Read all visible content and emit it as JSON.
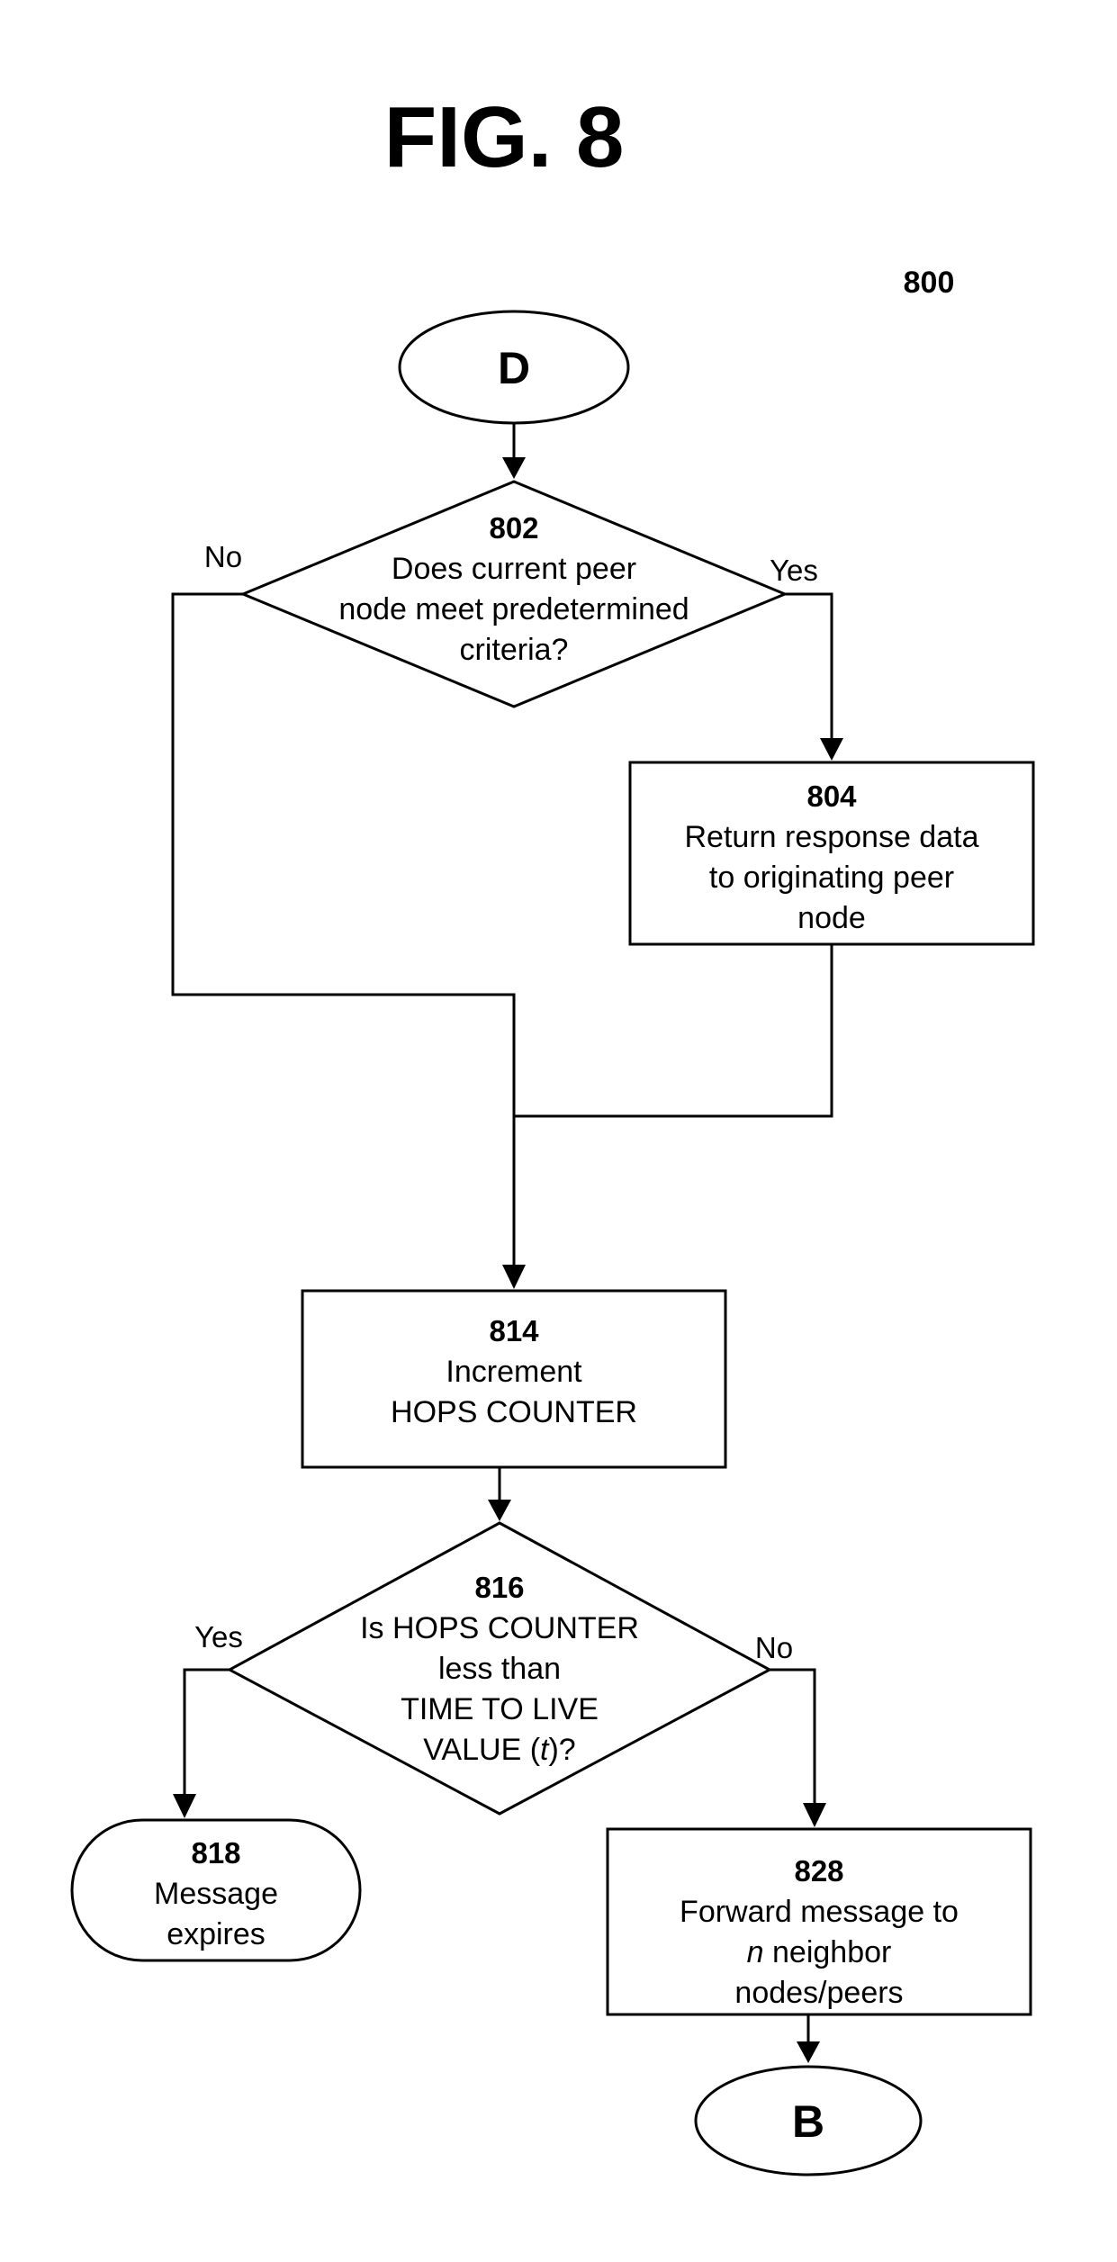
{
  "figure": {
    "title": "FIG. 8",
    "reference": "800"
  },
  "connectors": {
    "start": "D",
    "end": "B"
  },
  "nodes": {
    "n802": {
      "number": "802",
      "lines": [
        "Does current peer",
        "node meet predetermined",
        "criteria?"
      ]
    },
    "n804": {
      "number": "804",
      "lines": [
        "Return response data",
        "to originating peer",
        "node"
      ]
    },
    "n814": {
      "number": "814",
      "lines": [
        "Increment",
        "HOPS COUNTER"
      ]
    },
    "n816": {
      "number": "816",
      "lines": [
        "Is HOPS COUNTER",
        "less than",
        "TIME TO LIVE",
        "VALUE (t)?"
      ]
    },
    "n818": {
      "number": "818",
      "lines": [
        "Message",
        "expires"
      ]
    },
    "n828": {
      "number": "828",
      "lines": [
        "Forward message to",
        "n neighbor",
        "nodes/peers"
      ]
    }
  },
  "branches": {
    "d802_no": "No",
    "d802_yes": "Yes",
    "d816_yes": "Yes",
    "d816_no": "No"
  }
}
